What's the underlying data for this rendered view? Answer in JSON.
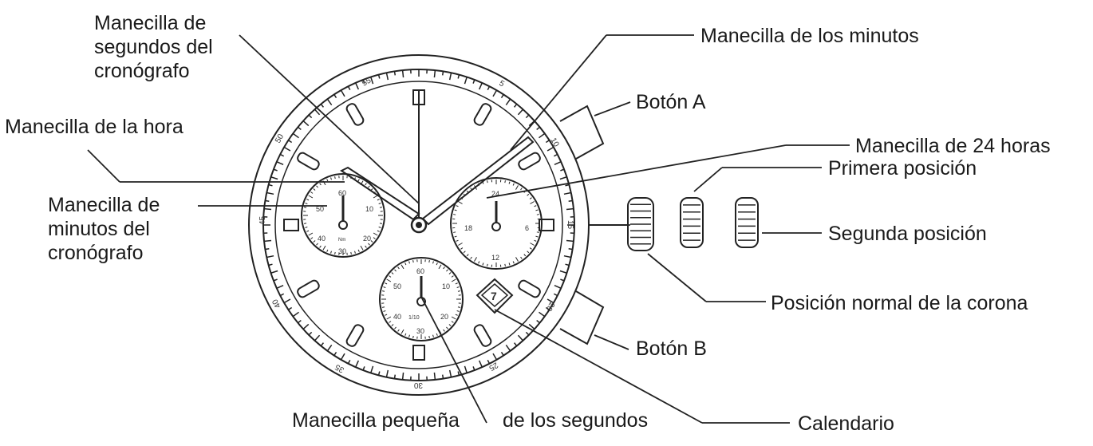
{
  "labels": {
    "chrono_second_hand": [
      "Manecilla de",
      "segundos del",
      "cronógrafo"
    ],
    "hour_hand": "Manecilla de la hora",
    "chrono_minute_hand": [
      "Manecilla de",
      "minutos del",
      "cronógrafo"
    ],
    "small_second_hand_a": "Manecilla pequeña",
    "small_second_hand_b": "de los segundos",
    "minute_hand": "Manecilla de los minutos",
    "button_a": "Botón A",
    "hand_24h": "Manecilla de 24 horas",
    "first_position": "Primera posición",
    "second_position": "Segunda posición",
    "crown_normal_position": "Posición normal de la corona",
    "button_b": "Botón B",
    "calendar": "Calendario"
  },
  "bezel_numbers": [
    "55",
    "5",
    "10",
    "15",
    "20",
    "25",
    "30",
    "35",
    "40",
    "45",
    "50"
  ],
  "subdial_left_numbers": [
    "60",
    "10",
    "20",
    "30",
    "40",
    "50"
  ],
  "subdial_left_mark": "Nm",
  "subdial_right_numbers": [
    "24",
    "6",
    "12",
    "18"
  ],
  "subdial_bottom_numbers": [
    "60",
    "10",
    "20",
    "30",
    "40",
    "50"
  ],
  "subdial_bottom_mark": "1/10",
  "calendar_date": "7"
}
